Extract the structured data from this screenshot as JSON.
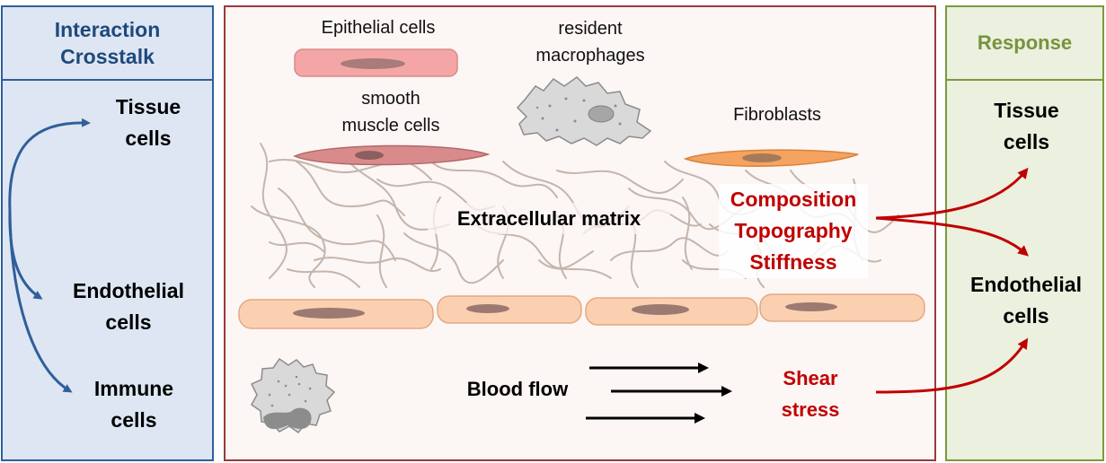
{
  "left": {
    "title_line1": "Interaction",
    "title_line2": "Crosstalk",
    "tissue_line1": "Tissue",
    "tissue_line2": "cells",
    "endo_line1": "Endothelial",
    "endo_line2": "cells",
    "immune_line1": "Immune",
    "immune_line2": "cells"
  },
  "center": {
    "epithelial": "Epithelial cells",
    "macro_line1": "resident",
    "macro_line2": "macrophages",
    "smooth_line1": "smooth",
    "smooth_line2": "muscle cells",
    "fibroblasts": "Fibroblasts",
    "ecm": "Extracellular matrix",
    "composition": "Composition",
    "topography": "Topography",
    "stiffness": "Stiffness",
    "blood_flow": "Blood flow",
    "shear_line1": "Shear",
    "shear_line2": "stress"
  },
  "right": {
    "title": "Response",
    "tissue_line1": "Tissue",
    "tissue_line2": "cells",
    "endo_line1": "Endothelial",
    "endo_line2": "cells"
  },
  "colors": {
    "blue": "#2f5f9a",
    "red": "#c00000",
    "green": "#77933c",
    "fiber": "#c4b5ad"
  }
}
